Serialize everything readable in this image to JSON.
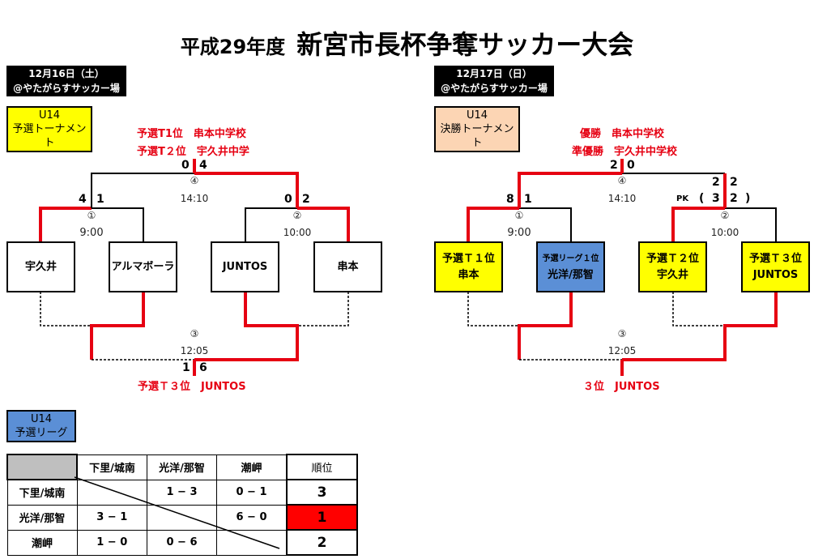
{
  "title": {
    "year": "平成29年度",
    "name": "新宮市長杯争奪サッカー大会"
  },
  "day1": {
    "date": "12月16日（土）",
    "venue": "@やたがらすサッカー場",
    "category": {
      "line1": "U14",
      "line2": "予選トーナメント",
      "color": "#ffff00"
    },
    "result_lines": [
      "予選T1位　串本中学校",
      "予選T２位　宇久井中学"
    ],
    "final": {
      "match": "④",
      "time": "14:10",
      "score_left": "0",
      "score_right": "4"
    },
    "semi1": {
      "match": "①",
      "time": "9:00",
      "score_left": "4",
      "score_right": "1"
    },
    "semi2": {
      "match": "②",
      "time": "10:00",
      "score_left": "0",
      "score_right": "2"
    },
    "third": {
      "match": "③",
      "time": "12:05",
      "score_left": "1",
      "score_right": "6",
      "result": "予選Ｔ３位　JUNTOS"
    },
    "teams": [
      {
        "name": "宇久井"
      },
      {
        "name": "アルマボーラ"
      },
      {
        "name": "JUNTOS"
      },
      {
        "name": "串本"
      }
    ]
  },
  "day2": {
    "date": "12月17日（日）",
    "venue": "@やたがらすサッカー場",
    "category": {
      "line1": "U14",
      "line2": "決勝トーナメント",
      "color": "#fcd5b4"
    },
    "result_lines": [
      "優勝　串本中学校",
      "準優勝　宇久井中学校"
    ],
    "final": {
      "match": "④",
      "time": "14:10",
      "score_left": "2",
      "score_right": "0"
    },
    "semi1": {
      "match": "①",
      "time": "9:00",
      "score_left": "8",
      "score_right": "1"
    },
    "semi2": {
      "match": "②",
      "time": "10:00",
      "score_left": "2",
      "score_right": "2",
      "pk_label": "PK",
      "pk_open": "(",
      "pk_left": "3",
      "pk_right": "2",
      "pk_close": ")"
    },
    "third": {
      "match": "③",
      "time": "12:05",
      "result": "３位　JUNTOS"
    },
    "teams": [
      {
        "seed": "予選Ｔ１位",
        "name": "串本"
      },
      {
        "seed": "予選リーグ１位",
        "name": "光洋/那智"
      },
      {
        "seed": "予選Ｔ２位",
        "name": "宇久井"
      },
      {
        "seed": "予選Ｔ３位",
        "name": "JUNTOS"
      }
    ]
  },
  "league": {
    "category": {
      "line1": "U14",
      "line2": "予選リーグ",
      "color": "#5b8fd6"
    },
    "columns": [
      "下里/城南",
      "光洋/那智",
      "潮岬",
      "順位"
    ],
    "rows": [
      {
        "team": "下里/城南",
        "results": [
          "",
          "1 − 3",
          "0 − 1"
        ],
        "rank": "3"
      },
      {
        "team": "光洋/那智",
        "results": [
          "3 − 1",
          "",
          "6 − 0"
        ],
        "rank": "1"
      },
      {
        "team": "潮岬",
        "results": [
          "1 − 0",
          "0 − 6",
          ""
        ],
        "rank": "2"
      }
    ],
    "highlight_color": "#ff0000"
  },
  "colors": {
    "winner_line": "#e60012",
    "line": "#000000"
  }
}
